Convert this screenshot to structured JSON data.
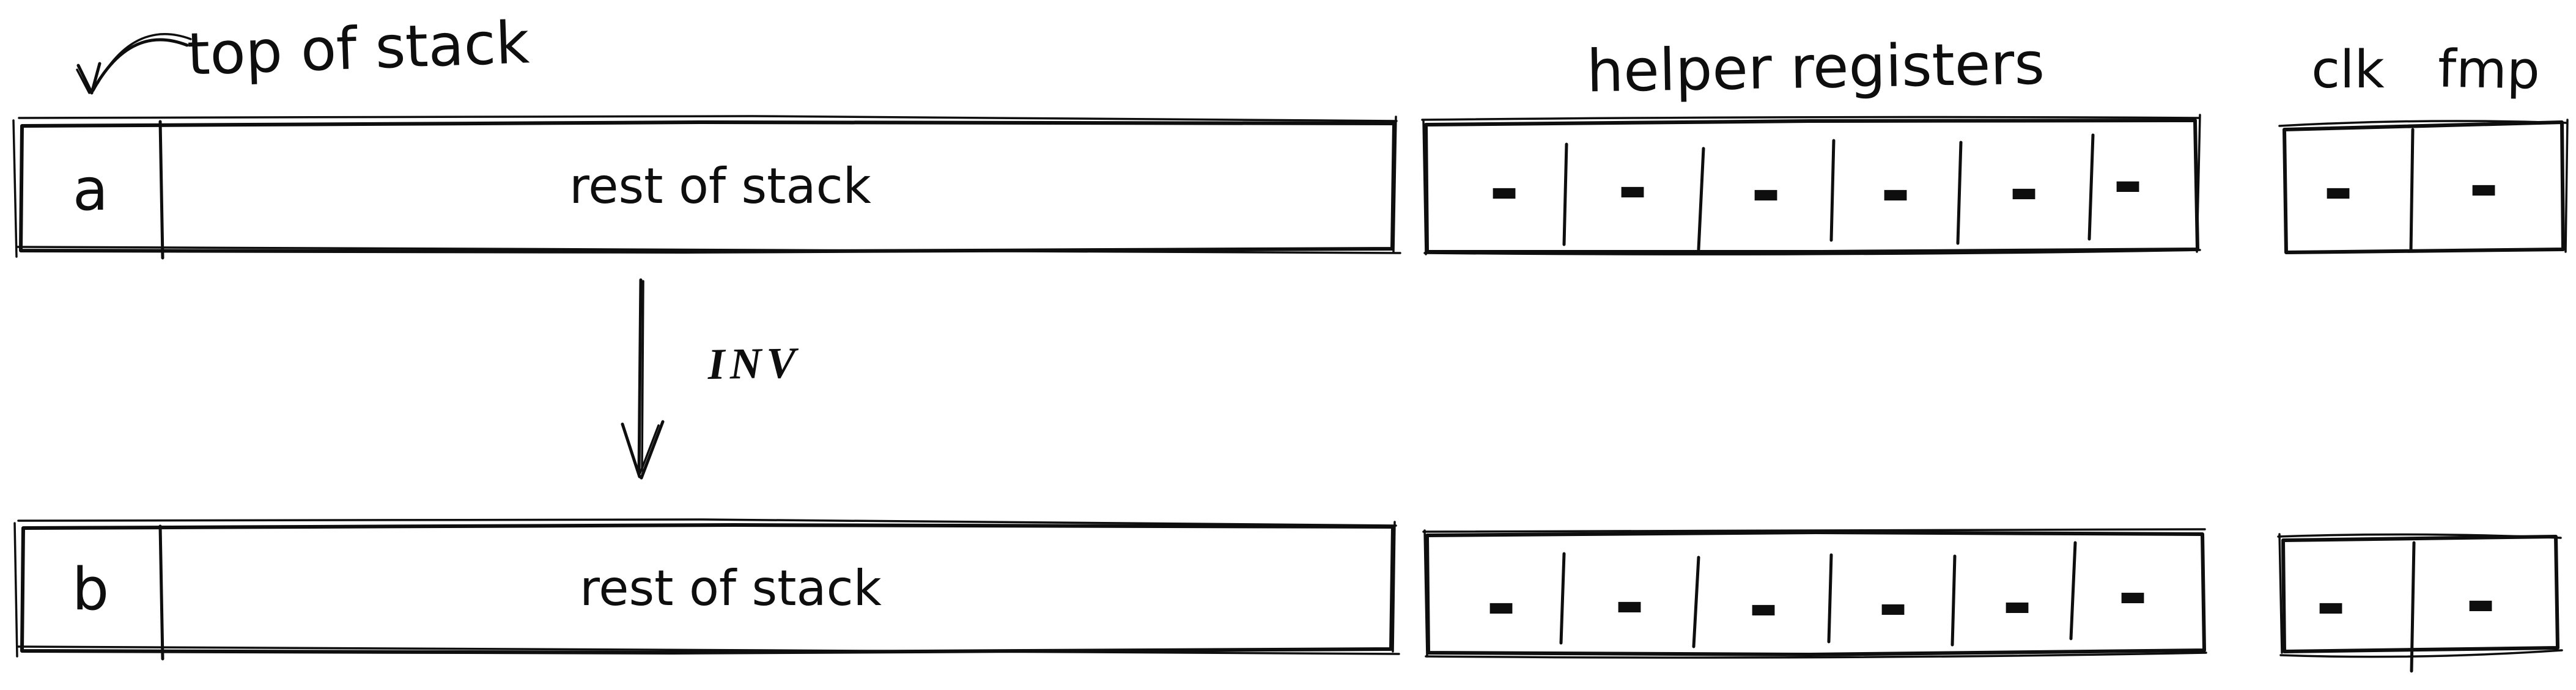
{
  "colors": {
    "ink": "#0e0e0e",
    "background": "#ffffff"
  },
  "annotations": {
    "top_of_stack": "top of stack",
    "operation": "INV"
  },
  "headers": {
    "helper_registers": "helper registers",
    "clk": "clk",
    "fmp": "fmp"
  },
  "state_before": {
    "stack_top": "a",
    "rest_of_stack": "rest of stack",
    "helper_registers": [
      "-",
      "-",
      "-",
      "-",
      "-",
      "-"
    ],
    "clk": "-",
    "fmp": "-"
  },
  "state_after": {
    "stack_top": "b",
    "rest_of_stack": "rest of stack",
    "helper_registers": [
      "-",
      "-",
      "-",
      "-",
      "-",
      "-"
    ],
    "clk": "-",
    "fmp": "-"
  }
}
